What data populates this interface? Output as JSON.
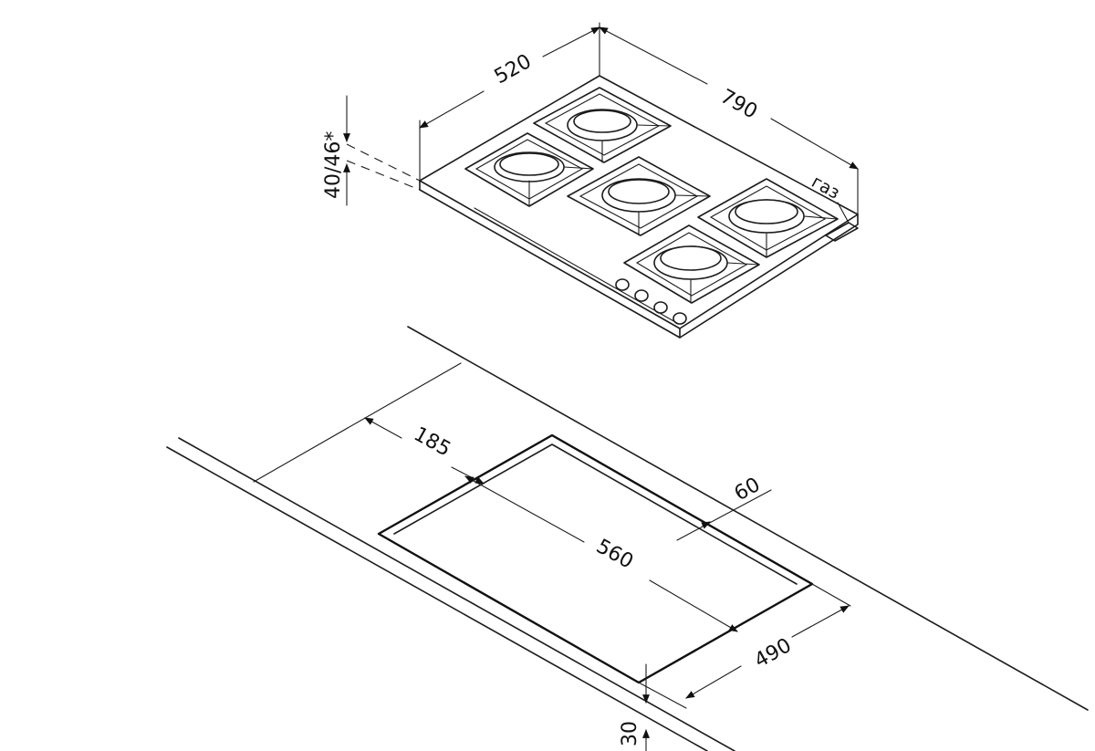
{
  "hob": {
    "dims": {
      "width": "790",
      "depth": "520",
      "height": "40/46*"
    },
    "gas_label": "газ"
  },
  "cutout": {
    "dims": {
      "back_margin": "185",
      "width": "560",
      "front_margin": "60",
      "depth": "490",
      "worktop_thickness": "30"
    }
  }
}
